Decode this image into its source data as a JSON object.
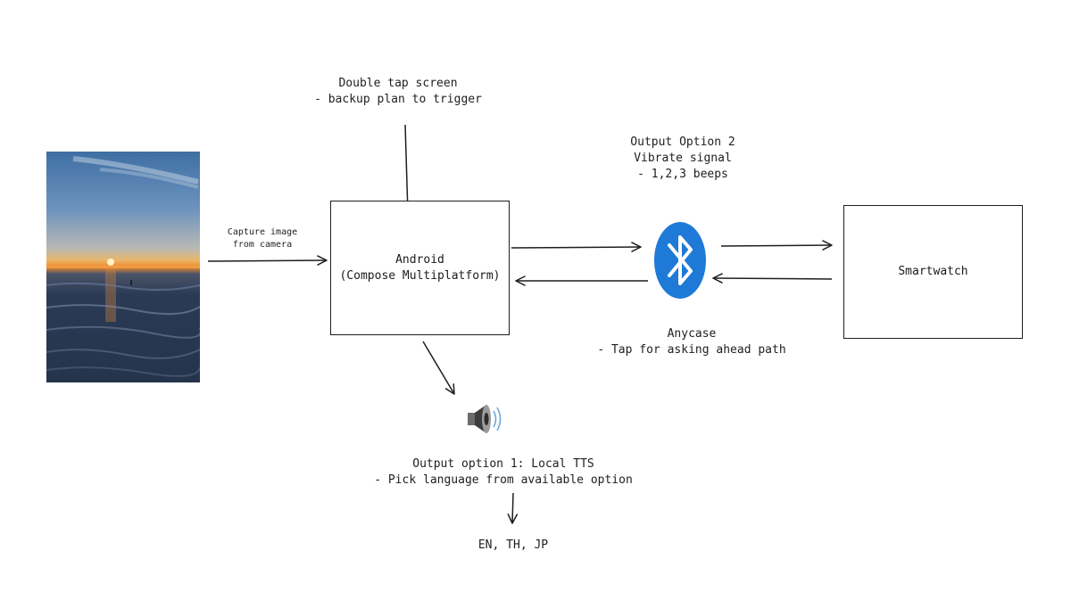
{
  "nodes": {
    "double_tap": "Double tap screen\n- backup plan to trigger",
    "capture": "Capture image\nfrom camera",
    "android": "Android\n(Compose Multiplatform)",
    "output2": "Output Option 2\nVibrate signal\n- 1,2,3 beeps",
    "anycase": "Anycase\n- Tap for asking ahead path",
    "smartwatch": "Smartwatch",
    "output1": "Output option 1: Local TTS\n- Pick language from available option",
    "languages": "EN, TH, JP"
  },
  "icons": {
    "bluetooth": "bluetooth-icon",
    "speaker": "speaker-icon",
    "photo": "sunset-photo"
  },
  "colors": {
    "bluetooth": "#1e7ad6",
    "stroke": "#1e1e1e"
  }
}
